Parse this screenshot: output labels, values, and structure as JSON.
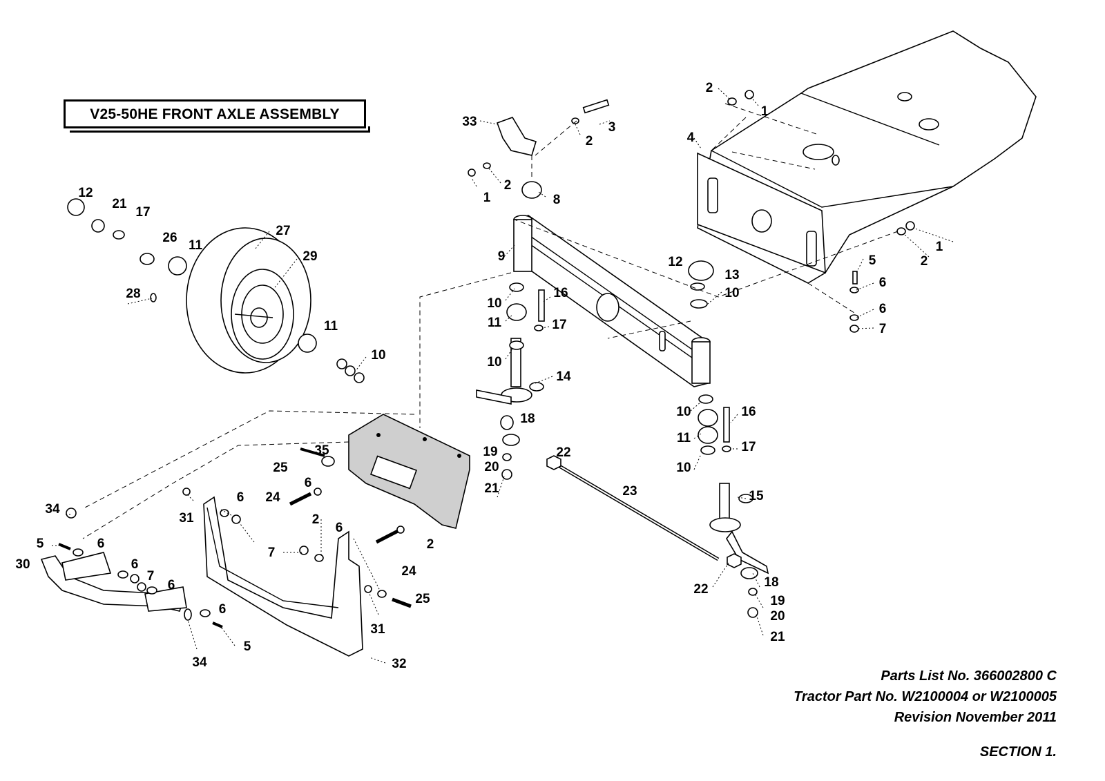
{
  "title": "V25-50HE FRONT AXLE ASSEMBLY",
  "info": {
    "parts_list": "Parts List No. 366002800 C",
    "tractor_part": "Tractor Part No. W2100004 or W2100005",
    "revision": "Revision November 2011",
    "section": "SECTION 1."
  },
  "callouts": [
    "2",
    "1",
    "33",
    "3",
    "2",
    "1",
    "2",
    "8",
    "4",
    "12",
    "21",
    "17",
    "26",
    "11",
    "27",
    "29",
    "28",
    "11",
    "10",
    "9",
    "10",
    "16",
    "11",
    "17",
    "10",
    "14",
    "18",
    "19",
    "20",
    "21",
    "12",
    "13",
    "10",
    "2",
    "1",
    "5",
    "6",
    "6",
    "7",
    "10",
    "16",
    "11",
    "17",
    "10",
    "15",
    "22",
    "23",
    "22",
    "18",
    "19",
    "20",
    "21",
    "35",
    "25",
    "6",
    "24",
    "2",
    "6",
    "31",
    "7",
    "6",
    "2",
    "24",
    "34",
    "5",
    "6",
    "30",
    "6",
    "7",
    "6",
    "6",
    "34",
    "5",
    "25",
    "31",
    "32"
  ]
}
